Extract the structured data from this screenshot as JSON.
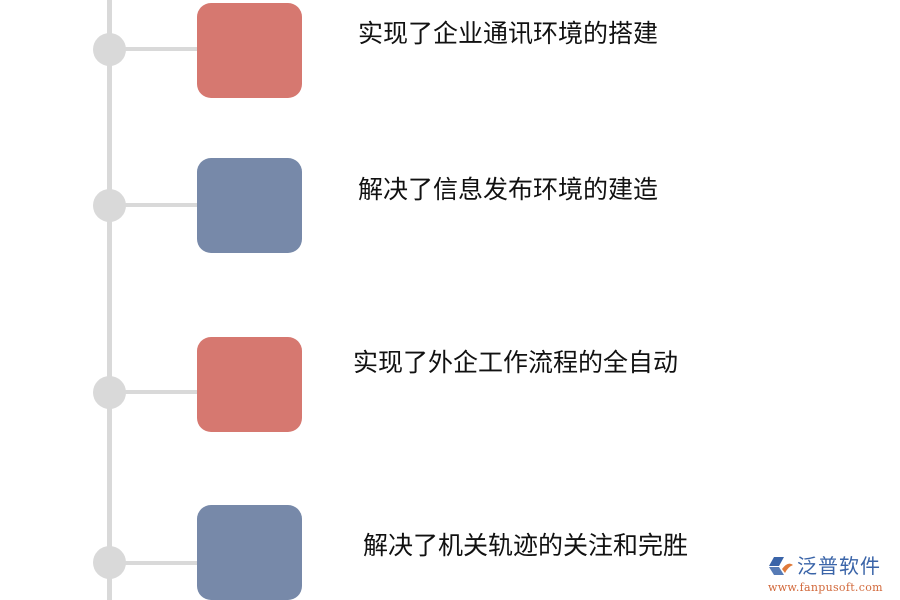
{
  "colors": {
    "red": "#d67870",
    "blue": "#7789a9",
    "connector": "#d9d9d9"
  },
  "items": [
    {
      "label": "实现了企业通讯环境的搭建",
      "color": "red"
    },
    {
      "label": "解决了信息发布环境的建造",
      "color": "blue"
    },
    {
      "label": "实现了外企工作流程的全自动",
      "color": "red"
    },
    {
      "label": "解决了机关轨迹的关注和完胜",
      "color": "blue"
    }
  ],
  "logo": {
    "name": "泛普软件",
    "url": "www.fanpusoft.com"
  }
}
